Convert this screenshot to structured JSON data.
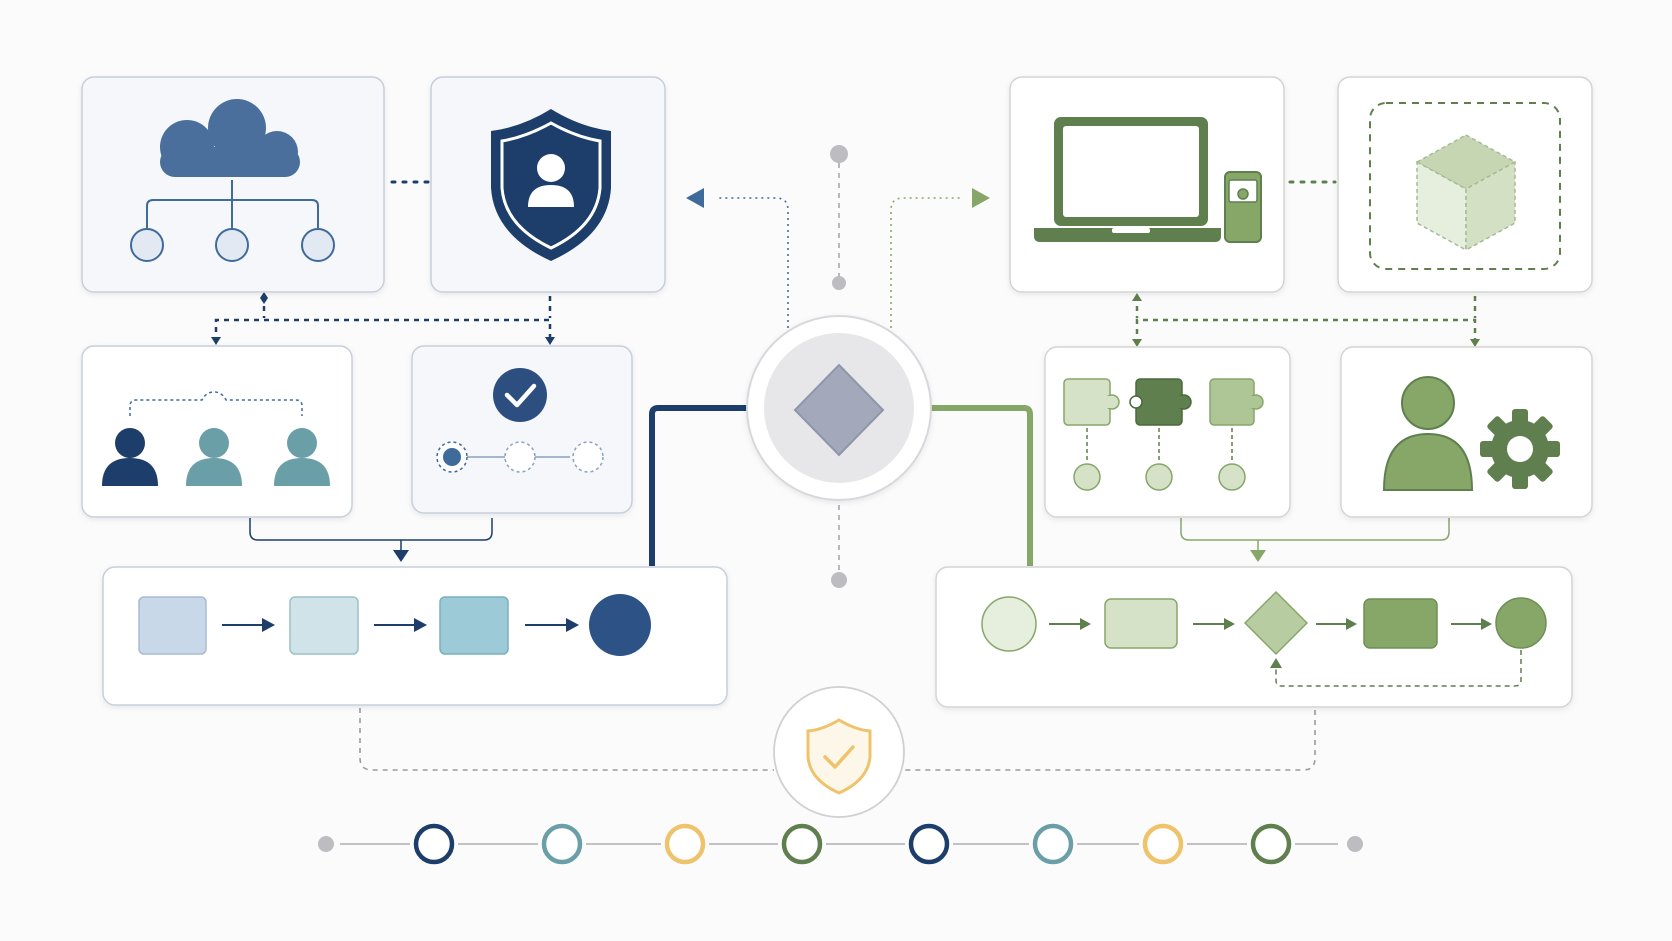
{
  "colors": {
    "navy": "#1d3d6b",
    "blue": "#3f6b9a",
    "blue_light": "#c9d8e8",
    "teal": "#6b9fa8",
    "teal_light": "#cfe3e8",
    "teal_mid": "#9ccad6",
    "green": "#5f7f4f",
    "green_mid": "#87a769",
    "green_light": "#d6e2c8",
    "gold": "#efc36b",
    "gray": "#b8b8bc",
    "card_border": "#c7cfdb",
    "card_fill": "#f6f7fb"
  },
  "left_panel": {
    "cards": [
      "cloud-hierarchy-card",
      "security-shield-card",
      "team-users-card",
      "verification-card"
    ],
    "process_steps": [
      "square",
      "square",
      "square",
      "circle"
    ]
  },
  "right_panel": {
    "cards": [
      "device-card",
      "component-cube-card",
      "modules-card",
      "user-settings-card"
    ],
    "process_steps": [
      "circle",
      "rounded-rect",
      "diamond",
      "rounded-rect",
      "circle"
    ],
    "has_feedback_loop": true
  },
  "center_hub": {
    "shape": "diamond"
  },
  "bottom": {
    "badge": "shield-check-icon",
    "timeline_nodes": [
      "navy",
      "teal",
      "gold",
      "green",
      "navy",
      "teal",
      "gold",
      "green"
    ]
  }
}
